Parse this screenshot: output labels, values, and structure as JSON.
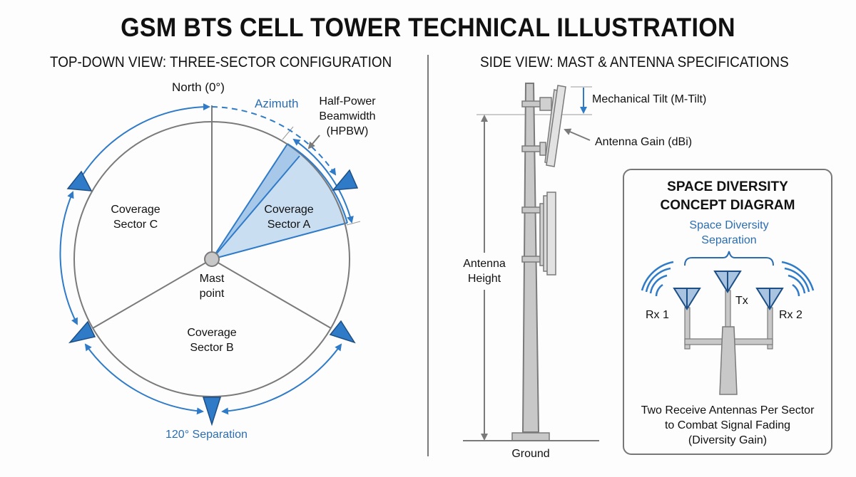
{
  "title": "GSM BTS CELL TOWER TECHNICAL ILLUSTRATION",
  "colors": {
    "accent_blue": "#2f7bc8",
    "label_blue": "#2a6db0",
    "sector_fill": "#c9def1",
    "outline_gray": "#7a7a7a",
    "mast_gray": "#c8c8c8"
  },
  "left_panel": {
    "title": "TOP-DOWN VIEW: THREE-SECTOR CONFIGURATION",
    "north_label": "North (0°)",
    "azimuth_label": "Azimuth",
    "hpbw_label_line1": "Half-Power",
    "hpbw_label_line2": "Beamwidth",
    "hpbw_label_line3": "(HPBW)",
    "sectors": [
      {
        "id": "A",
        "line1": "Coverage",
        "line2": "Sector A",
        "highlighted": true
      },
      {
        "id": "B",
        "line1": "Coverage",
        "line2": "Sector B",
        "highlighted": false
      },
      {
        "id": "C",
        "line1": "Coverage",
        "line2": "Sector C",
        "highlighted": false
      }
    ],
    "mast_label_line1": "Mast",
    "mast_label_line2": "point",
    "separation_label": "120° Separation"
  },
  "right_panel": {
    "title": "SIDE VIEW: MAST & ANTENNA SPECIFICATIONS",
    "mech_tilt_label": "Mechanical Tilt (M-Tilt)",
    "antenna_gain_label": "Antenna Gain (dBi)",
    "antenna_height_line1": "Antenna",
    "antenna_height_line2": "Height",
    "ground_label": "Ground",
    "space_diversity": {
      "title_line1": "SPACE DIVERSITY",
      "title_line2": "CONCEPT DIAGRAM",
      "separation_line1": "Space Diversity",
      "separation_line2": "Separation",
      "rx1_label": "Rx 1",
      "tx_label": "Tx",
      "rx2_label": "Rx 2",
      "caption_line1": "Two Receive Antennas Per Sector",
      "caption_line2": "to Combat Signal Fading",
      "caption_line3": "(Diversity Gain)"
    }
  }
}
